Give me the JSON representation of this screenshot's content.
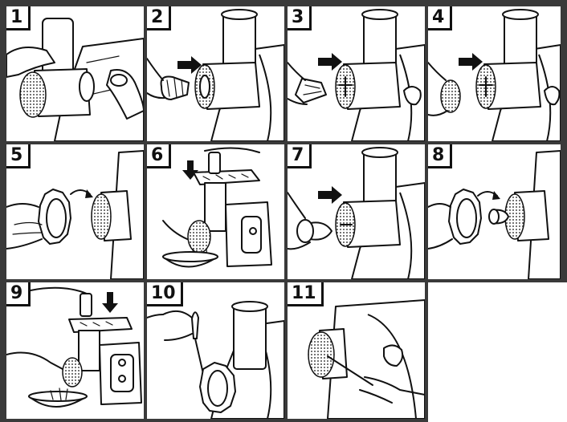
{
  "steps": [
    {
      "label": "1"
    },
    {
      "label": "2"
    },
    {
      "label": "3"
    },
    {
      "label": "4"
    },
    {
      "label": "5"
    },
    {
      "label": "6"
    },
    {
      "label": "7"
    },
    {
      "label": "8"
    },
    {
      "label": "9"
    },
    {
      "label": "10"
    },
    {
      "label": "11"
    }
  ]
}
